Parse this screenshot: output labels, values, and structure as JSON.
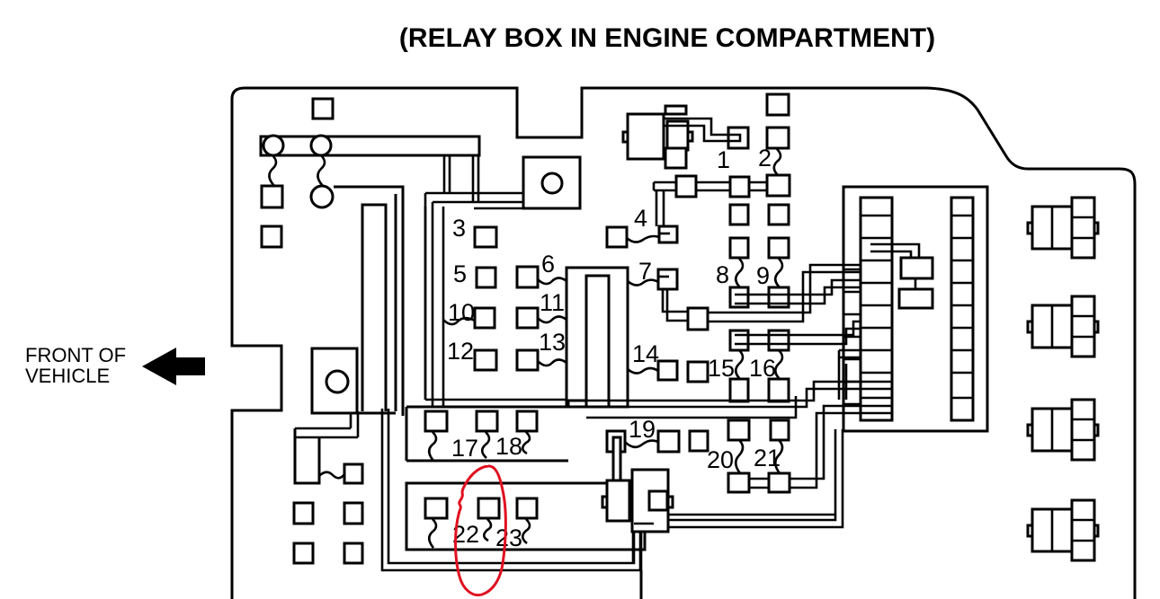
{
  "title": "(RELAY BOX IN ENGINE COMPARTMENT)",
  "front_marker": {
    "line1": "FRONT OF",
    "line2": "VEHICLE"
  },
  "colors": {
    "line": "#000000",
    "background": "#ffffff",
    "annotation": "#e01020"
  },
  "annotation": {
    "type": "hand-drawn-circle",
    "around_label": "22"
  },
  "fuses": {
    "f1": "1",
    "f2": "2",
    "f3": "3",
    "f4": "4",
    "f5": "5",
    "f6": "6",
    "f7": "7",
    "f8": "8",
    "f9": "9",
    "f10": "10",
    "f11": "11",
    "f12": "12",
    "f13": "13",
    "f14": "14",
    "f15": "15",
    "f16": "16",
    "f17": "17",
    "f18": "18",
    "f19": "19",
    "f20": "20",
    "f21": "21",
    "f22": "22",
    "f23": "23"
  }
}
